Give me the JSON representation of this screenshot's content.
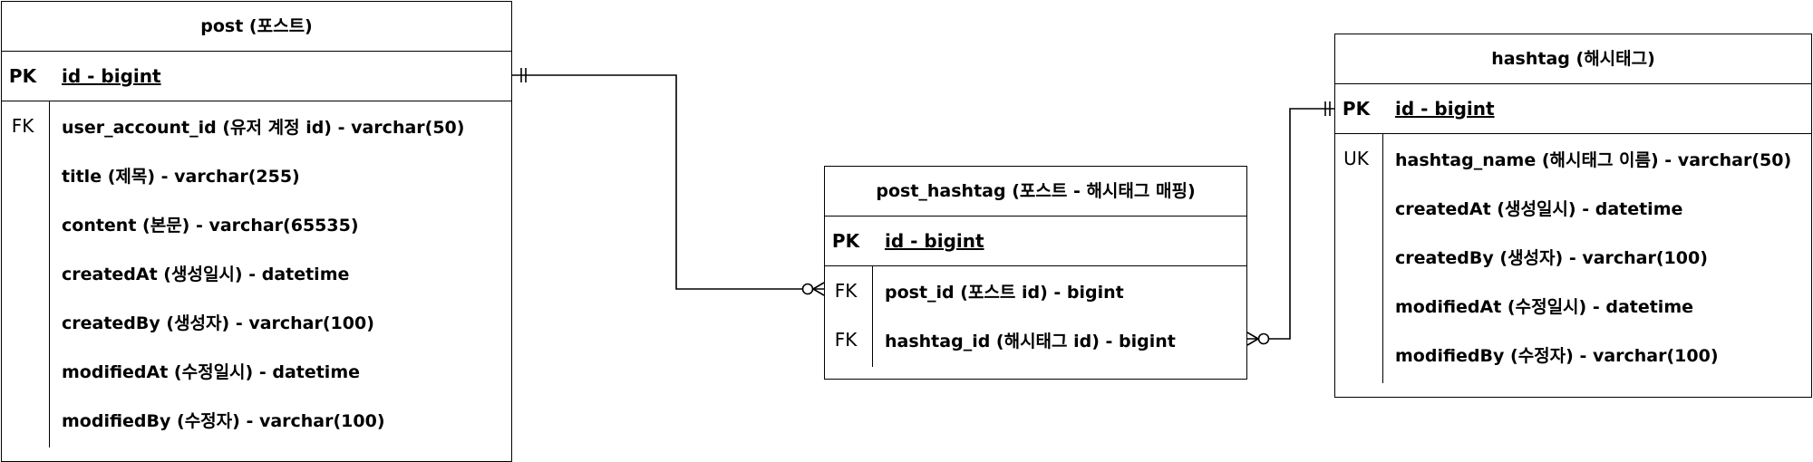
{
  "entities": {
    "post": {
      "title": "post (포스트)",
      "pk": {
        "key": "PK",
        "name": "id - bigint"
      },
      "rows": [
        {
          "key": "FK",
          "name": "user_account_id (유저 계정 id) - varchar(50)"
        },
        {
          "key": "",
          "name": "title (제목) - varchar(255)"
        },
        {
          "key": "",
          "name": "content (본문) - varchar(65535)"
        },
        {
          "key": "",
          "name": "createdAt (생성일시) - datetime"
        },
        {
          "key": "",
          "name": "createdBy (생성자) - varchar(100)"
        },
        {
          "key": "",
          "name": "modifiedAt (수정일시) - datetime"
        },
        {
          "key": "",
          "name": "modifiedBy (수정자) - varchar(100)"
        }
      ]
    },
    "post_hashtag": {
      "title": "post_hashtag (포스트 - 해시태그 매핑)",
      "pk": {
        "key": "PK",
        "name": "id - bigint"
      },
      "rows": [
        {
          "key": "FK",
          "name": "post_id (포스트 id) - bigint"
        },
        {
          "key": "FK",
          "name": "hashtag_id (해시태그 id) - bigint"
        }
      ]
    },
    "hashtag": {
      "title": "hashtag (해시태그)",
      "pk": {
        "key": "PK",
        "name": "id - bigint"
      },
      "rows": [
        {
          "key": "UK",
          "name": "hashtag_name (해시태그 이름) - varchar(50)"
        },
        {
          "key": "",
          "name": "createdAt (생성일시) - datetime"
        },
        {
          "key": "",
          "name": "createdBy (생성자) - varchar(100)"
        },
        {
          "key": "",
          "name": "modifiedAt (수정일시) - datetime"
        },
        {
          "key": "",
          "name": "modifiedBy (수정자) - varchar(100)"
        }
      ]
    }
  },
  "relationships": [
    {
      "from": "post.id",
      "to": "post_hashtag.post_id",
      "from_cardinality": "exactly-one",
      "to_cardinality": "zero-or-many"
    },
    {
      "from": "hashtag.id",
      "to": "post_hashtag.hashtag_id",
      "from_cardinality": "exactly-one",
      "to_cardinality": "zero-or-many"
    }
  ]
}
